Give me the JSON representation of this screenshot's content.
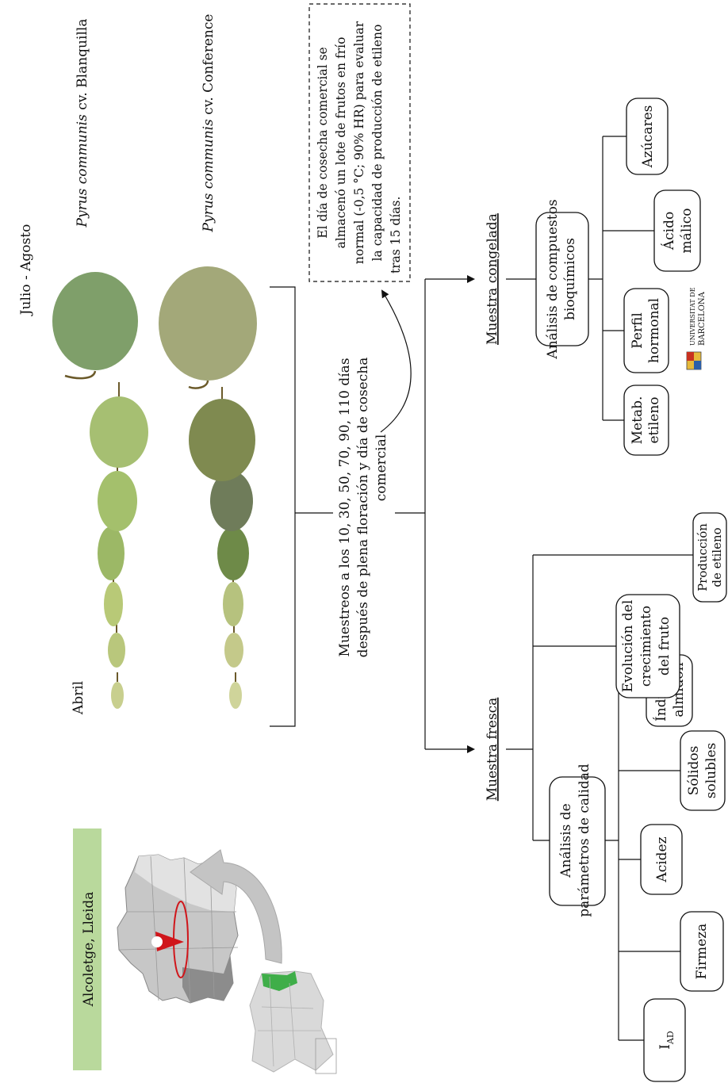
{
  "location": {
    "label": "Alcoletge, Lleida"
  },
  "varieties": {
    "blanquilla": {
      "species": "Pyrus communis",
      "cultivar": "cv. Blanquilla"
    },
    "conference": {
      "species": "Pyrus communis",
      "cultivar": "cv. Conference"
    }
  },
  "timeline": {
    "start": "Abril",
    "end": "Julio - Agosto"
  },
  "sampling": {
    "line1": "Muestreos a los 10, 30, 50, 70, 90, 110 días",
    "line2": "después de plena floración y día de cosecha",
    "line3": "comercial"
  },
  "storage_note": [
    "El día de cosecha comercial se",
    "almacenó un lote de frutos en frío",
    "normal (-0,5 °C; 90% HR) para evaluar",
    "la capacidad de producción de etileno",
    "tras 15 días."
  ],
  "frozen": {
    "title": "Muestra congelada",
    "analysis": [
      "Análisis de compuestos",
      "bioquímicos"
    ],
    "items": [
      {
        "lines": [
          "Metab.",
          "etileno"
        ]
      },
      {
        "lines": [
          "Perfil",
          "hormonal"
        ]
      },
      {
        "lines": [
          "Ácido",
          "málico"
        ]
      },
      {
        "lines": [
          "Azúcares"
        ]
      }
    ],
    "logo": {
      "line1": "UNIVERSITAT DE",
      "line2": "BARCELONA"
    }
  },
  "fresh": {
    "title": "Muestra fresca",
    "quality": [
      "Análisis de",
      "parámetros de calidad"
    ],
    "items": [
      {
        "lines": [
          "I"
        ],
        "sub": "AD"
      },
      {
        "lines": [
          "Firmeza"
        ]
      },
      {
        "lines": [
          "Acidez"
        ]
      },
      {
        "lines": [
          "Sólidos",
          "solubles"
        ]
      },
      {
        "lines": [
          "Índice de",
          "almidón"
        ]
      }
    ],
    "growth": [
      "Evolución del",
      "crecimiento",
      "del fruto"
    ],
    "ethylene": [
      "Producción",
      "de etileno"
    ]
  },
  "colors": {
    "label_bg": "#b9d99c",
    "map_light": "#d9d9d9",
    "map_dark": "#8c8c8c",
    "map_green": "#3fae49",
    "pin_red": "#d0161b",
    "arrow_gray": "#c4c4c4",
    "pear_green": "#8fae5c",
    "pear_russet": "#7f8556"
  },
  "icons": [
    "curved-arrow-icon",
    "location-pin-icon",
    "university-crest-icon"
  ]
}
